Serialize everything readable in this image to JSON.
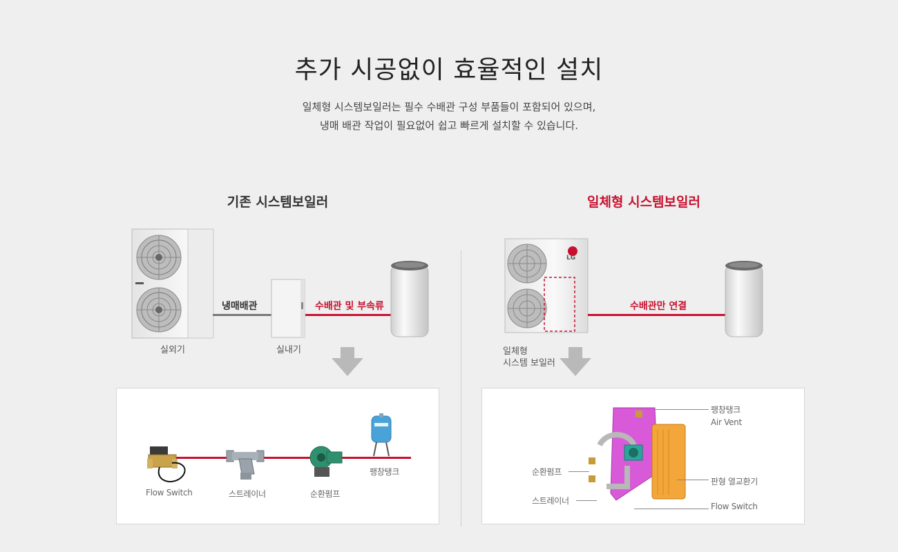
{
  "header": {
    "title": "추가 시공없이 효율적인 설치",
    "desc_line1": "일체형 시스템보일러는 필수 수배관 구성 부품들이 포함되어 있으며,",
    "desc_line2": "냉매 배관 작업이 필요없어 쉽고 빠르게 설치할 수 있습니다."
  },
  "left": {
    "title": "기존 시스템보일러",
    "pipe_refrigerant_label": "냉매배관",
    "pipe_water_label": "수배관 및 부속류",
    "outdoor_caption": "실외기",
    "indoor_caption": "실내기",
    "parts": {
      "flow_switch": "Flow Switch",
      "strainer": "스트레이너",
      "pump": "순환펌프",
      "tank": "팽창탱크"
    }
  },
  "right": {
    "title": "일체형 시스템보일러",
    "pipe_label": "수배관만 연결",
    "unit_caption_line1": "일체형",
    "unit_caption_line2": "시스템 보일러",
    "brand": "LG",
    "parts": {
      "tank": "팽창탱크",
      "air_vent": "Air Vent",
      "pump": "순환펌프",
      "heat_exchanger": "판형 열교환기",
      "strainer": "스트레이너",
      "flow_switch": "Flow Switch"
    }
  },
  "colors": {
    "accent": "#c8102e",
    "background": "#efefef"
  }
}
